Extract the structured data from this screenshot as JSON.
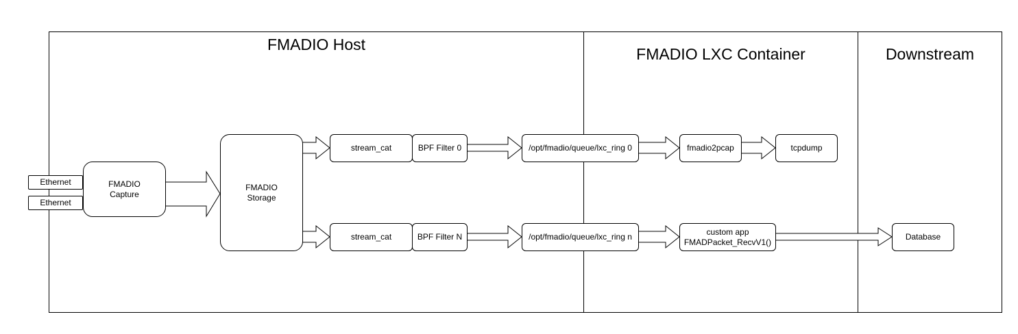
{
  "regions": {
    "host": {
      "title": "FMADIO Host"
    },
    "lxc": {
      "title": "FMADIO LXC Container"
    },
    "downstream": {
      "title": "Downstream"
    }
  },
  "nodes": {
    "ethernet_1": "Ethernet",
    "ethernet_2": "Ethernet",
    "capture": {
      "line1": "FMADIO",
      "line2": "Capture"
    },
    "storage": {
      "line1": "FMADIO",
      "line2": "Storage"
    },
    "stream_cat_top": "stream_cat",
    "bpf_filter_0": "BPF Filter 0",
    "ring_0": "/opt/fmadio/queue/lxc_ring 0",
    "fmadio2pcap": "fmadio2pcap",
    "tcpdump": "tcpdump",
    "stream_cat_bottom": "stream_cat",
    "bpf_filter_n": "BPF Filter N",
    "ring_n": "/opt/fmadio/queue/lxc_ring n",
    "custom_app": {
      "line1": "custom app",
      "line2": "FMADPacket_RecvV1()"
    },
    "database": "Database"
  },
  "colors": {
    "stroke": "#000000",
    "fill": "#ffffff"
  }
}
